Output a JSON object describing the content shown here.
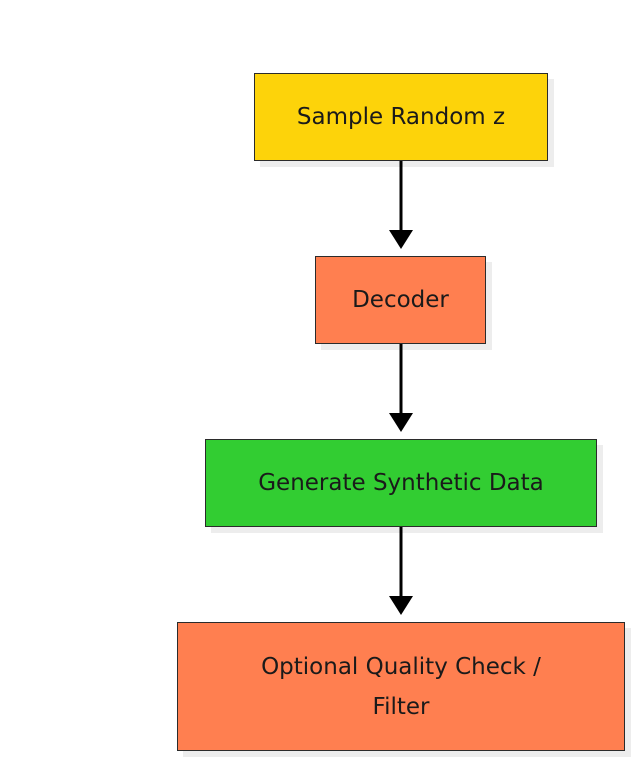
{
  "nodes": [
    {
      "id": "n1",
      "label": "Sample Random z",
      "color": "#FDD30A"
    },
    {
      "id": "n2",
      "label": "Decoder",
      "color": "#FF7F50"
    },
    {
      "id": "n3",
      "label": "Generate Synthetic Data",
      "color": "#32CD32"
    },
    {
      "id": "n4",
      "label": "Optional Quality Check / Filter",
      "color": "#FF7F50"
    }
  ],
  "edges": [
    {
      "from": "n1",
      "to": "n2"
    },
    {
      "from": "n2",
      "to": "n3"
    },
    {
      "from": "n3",
      "to": "n4"
    }
  ]
}
